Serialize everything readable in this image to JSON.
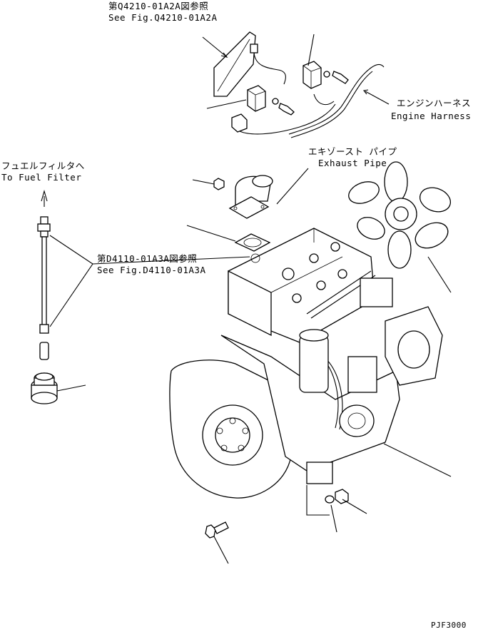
{
  "callouts": {
    "harness_ref_ja": "第Q4210-01A2A図参照",
    "harness_ref_en": "See Fig.Q4210-01A2A",
    "engine_harness_ja": "エンジンハーネス",
    "engine_harness_en": "Engine Harness",
    "exhaust_pipe_ja": "エキゾースト パイプ",
    "exhaust_pipe_en": "Exhaust Pipe",
    "fuel_filter_ja": "フュエルフィルタへ",
    "fuel_filter_en": "To Fuel Filter",
    "engine_ref_ja": "第D4110-01A3A図参照",
    "engine_ref_en": "See Fig.D4110-01A3A"
  },
  "drawing_code": "PJF3000"
}
